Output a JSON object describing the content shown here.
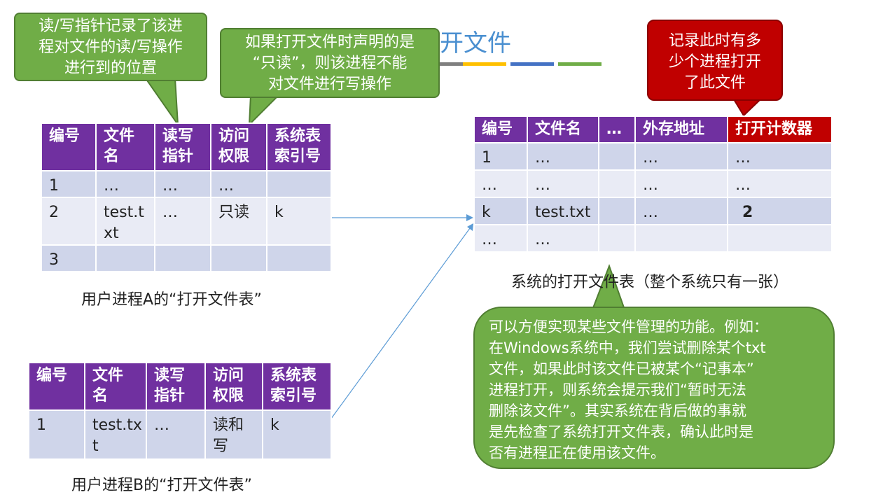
{
  "title": "开文件",
  "callout_pointer": {
    "text": "读/写指针记录了该进\n程对文件的读/写操作\n进行到的位置"
  },
  "callout_readonly": {
    "text": "如果打开文件时声明的是\n“只读”，则该进程不能\n对文件进行写操作"
  },
  "callout_counter": {
    "text": "记录此时有多\n少个进程打开\n了此文件"
  },
  "callout_function": {
    "text": "可以方便实现某些文件管理的功能。例如：\n在Windows系统中，我们尝试删除某个txt\n文件，如果此时该文件已被某个“记事本”\n进程打开，则系统会提示我们“暂时无法\n删除该文件”。其实系统在背后做的事就\n是先检查了系统打开文件表，确认此时是\n否有进程正在使用该文件。"
  },
  "table_a": {
    "headers": [
      "编号",
      "文件\n名",
      "读写\n指针",
      "访问\n权限",
      "系统表\n索引号"
    ],
    "rows": [
      [
        "1",
        "…",
        "…",
        "…",
        ""
      ],
      [
        "2",
        "test.t\nxt",
        "…",
        "只读",
        "k"
      ],
      [
        "3",
        "",
        "",
        "",
        ""
      ]
    ],
    "caption": "用户进程A的“打开文件表”"
  },
  "table_b": {
    "headers": [
      "编号",
      "文件\n名",
      "读写\n指针",
      "访问\n权限",
      "系统表\n索引号"
    ],
    "rows": [
      [
        "1",
        "test.tx\nt",
        "…",
        "读和\n写",
        "k"
      ]
    ],
    "caption": "用户进程B的“打开文件表”"
  },
  "table_system": {
    "headers": [
      "编号",
      "文件名",
      "…",
      "外存地址",
      "打开计数器"
    ],
    "rows": [
      [
        "1",
        "…",
        "",
        "…",
        "…"
      ],
      [
        "…",
        "…",
        "",
        "…",
        "…"
      ],
      [
        "k",
        "test.txt",
        "",
        "…",
        "2"
      ],
      [
        "…",
        "…",
        "",
        "",
        ""
      ]
    ],
    "caption": "系统的打开文件表（整个系统只有一张）"
  },
  "colors": {
    "header_purple": "#7030a0",
    "header_red": "#c00000",
    "callout_green": "#70ad47",
    "title_blue": "#4a8fd0",
    "bars": [
      "#7f7f7f",
      "#ffc000",
      "#4472c4",
      "#70ad47"
    ]
  }
}
